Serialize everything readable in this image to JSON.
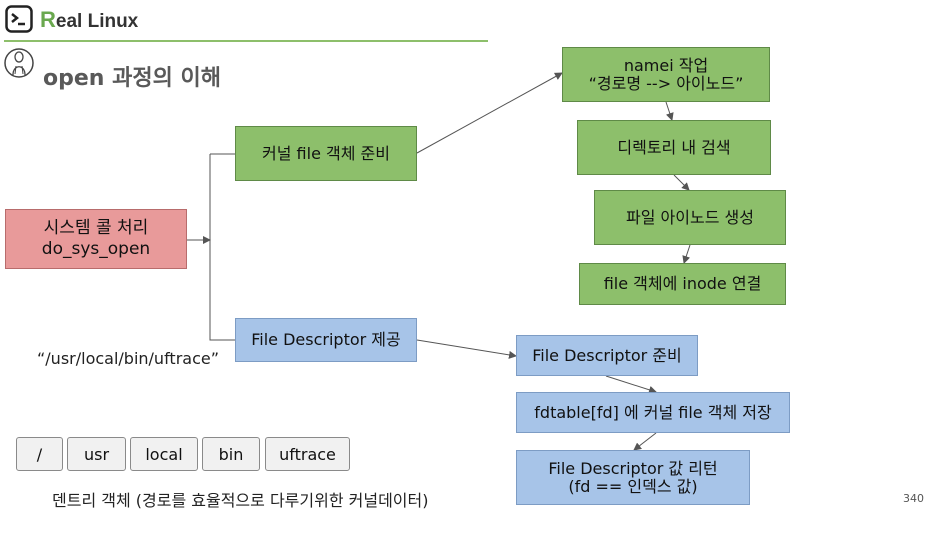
{
  "header": {
    "brand_initial": "R",
    "brand_rest": "eal Linux",
    "title": "open 과정의 이해"
  },
  "nodes": {
    "syscall": {
      "line1": "시스템 콜 처리",
      "line2": "do_sys_open"
    },
    "prep_file": "커널 file 객체 준비",
    "fd_provide": "File Descriptor 제공",
    "namei": {
      "line1": "namei 작업",
      "line2": "“경로명 --> 아이노드”"
    },
    "dir_search": "디렉토리 내 검색",
    "inode_create": "파일 아이노드 생성",
    "inode_link": "file 객체에 inode 연결",
    "fd_prepare": "File Descriptor 준비",
    "fdtable_store": "fdtable[fd] 에 커널 file 객체 저장",
    "fd_return": {
      "line1": "File Descriptor 값 리턴",
      "line2": "(fd == 인덱스 값)"
    }
  },
  "path_label": "“/usr/local/bin/uftrace”",
  "path_components": [
    "/",
    "usr",
    "local",
    "bin",
    "uftrace"
  ],
  "dentry_caption": "덴트리 객체 (경로를 효율적으로 다루기위한 커널데이터)",
  "page_number": "340",
  "colors": {
    "green": "#8dbf6b",
    "red": "#e89a9a",
    "blue": "#a7c4e8",
    "brand_green": "#6aa84f",
    "rule": "#8dbf6b"
  }
}
